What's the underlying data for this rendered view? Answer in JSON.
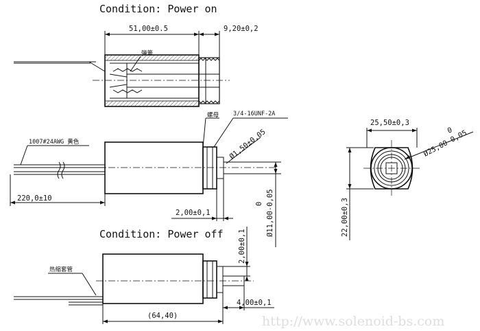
{
  "view_top": {
    "title": "Condition: Power on",
    "dim_body_length": "51,00±0.5",
    "dim_thread_length": "9,20±0,2",
    "label_spring": "弹簧"
  },
  "view_middle": {
    "label_nut": "螺母",
    "label_thread": "3/4-16UNF-2A",
    "label_wire": "1007#24AWG 黄色",
    "dim_wire_length": "220,0±10",
    "dim_plunger_dia": "Ø1,50±0,05",
    "dim_plunger_ext": "2,00±0,1",
    "dim_body_dia_upper": "0",
    "dim_body_dia": "Ø11,00-0,05"
  },
  "view_end": {
    "dim_flat_width": "25,50±0,3",
    "dim_flange_dia_upper": "0",
    "dim_flange_dia": "Ø25,00-0,05",
    "dim_height": "22,00±0,3"
  },
  "view_bottom": {
    "title": "Condition: Power off",
    "label_sleeve": "热缩套管",
    "dim_thread_ext": "2,00±0,1",
    "dim_plunger_ext": "4,00±0,1",
    "dim_total": "(64,40)"
  },
  "watermark": "http://www.solenoid-bs.com"
}
